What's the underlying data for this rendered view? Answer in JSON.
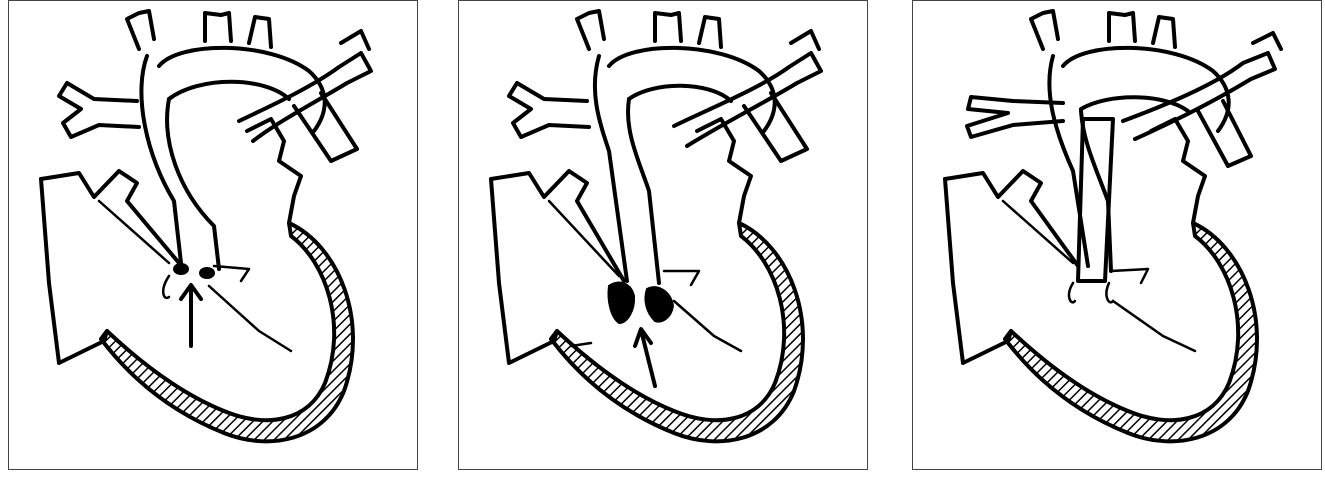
{
  "figure": {
    "panels": [
      {
        "id": "panel-1",
        "valve_variant": "small-nodules",
        "arrow": true
      },
      {
        "id": "panel-2",
        "valve_variant": "large-leaflets",
        "arrow": true
      },
      {
        "id": "panel-3",
        "valve_variant": "graft-conduit",
        "arrow": false
      }
    ],
    "colors": {
      "ink": "#000000",
      "background": "#ffffff",
      "frame": "#444444"
    }
  }
}
